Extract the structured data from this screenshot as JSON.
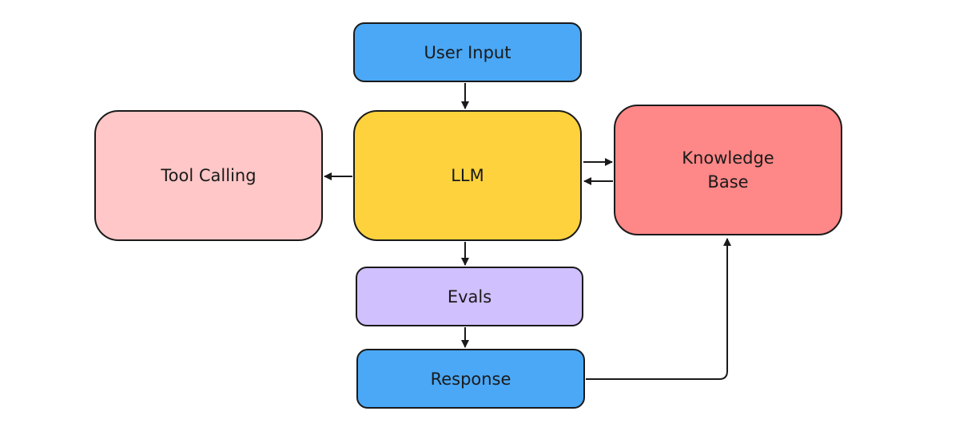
{
  "colors": {
    "stroke": "#1a1a1a",
    "text": "#1a1a1a"
  },
  "nodes": {
    "user_input": {
      "label": "User Input",
      "color": "#4aa8f6"
    },
    "llm": {
      "label": "LLM",
      "color": "#fdd23d"
    },
    "tool_calling": {
      "label": "Tool Calling",
      "color": "#ffc7c7"
    },
    "knowledge_base": {
      "label_line1": "Knowledge",
      "label_line2": "Base",
      "color": "#fe8787"
    },
    "evals": {
      "label": "Evals",
      "color": "#d0c0fe"
    },
    "response": {
      "label": "Response",
      "color": "#4aa8f6"
    }
  },
  "edges": [
    {
      "from": "user_input",
      "to": "llm"
    },
    {
      "from": "llm",
      "to": "tool_calling"
    },
    {
      "from": "llm",
      "to": "knowledge_base"
    },
    {
      "from": "knowledge_base",
      "to": "llm"
    },
    {
      "from": "llm",
      "to": "evals"
    },
    {
      "from": "evals",
      "to": "response"
    },
    {
      "from": "response",
      "to": "knowledge_base"
    }
  ]
}
